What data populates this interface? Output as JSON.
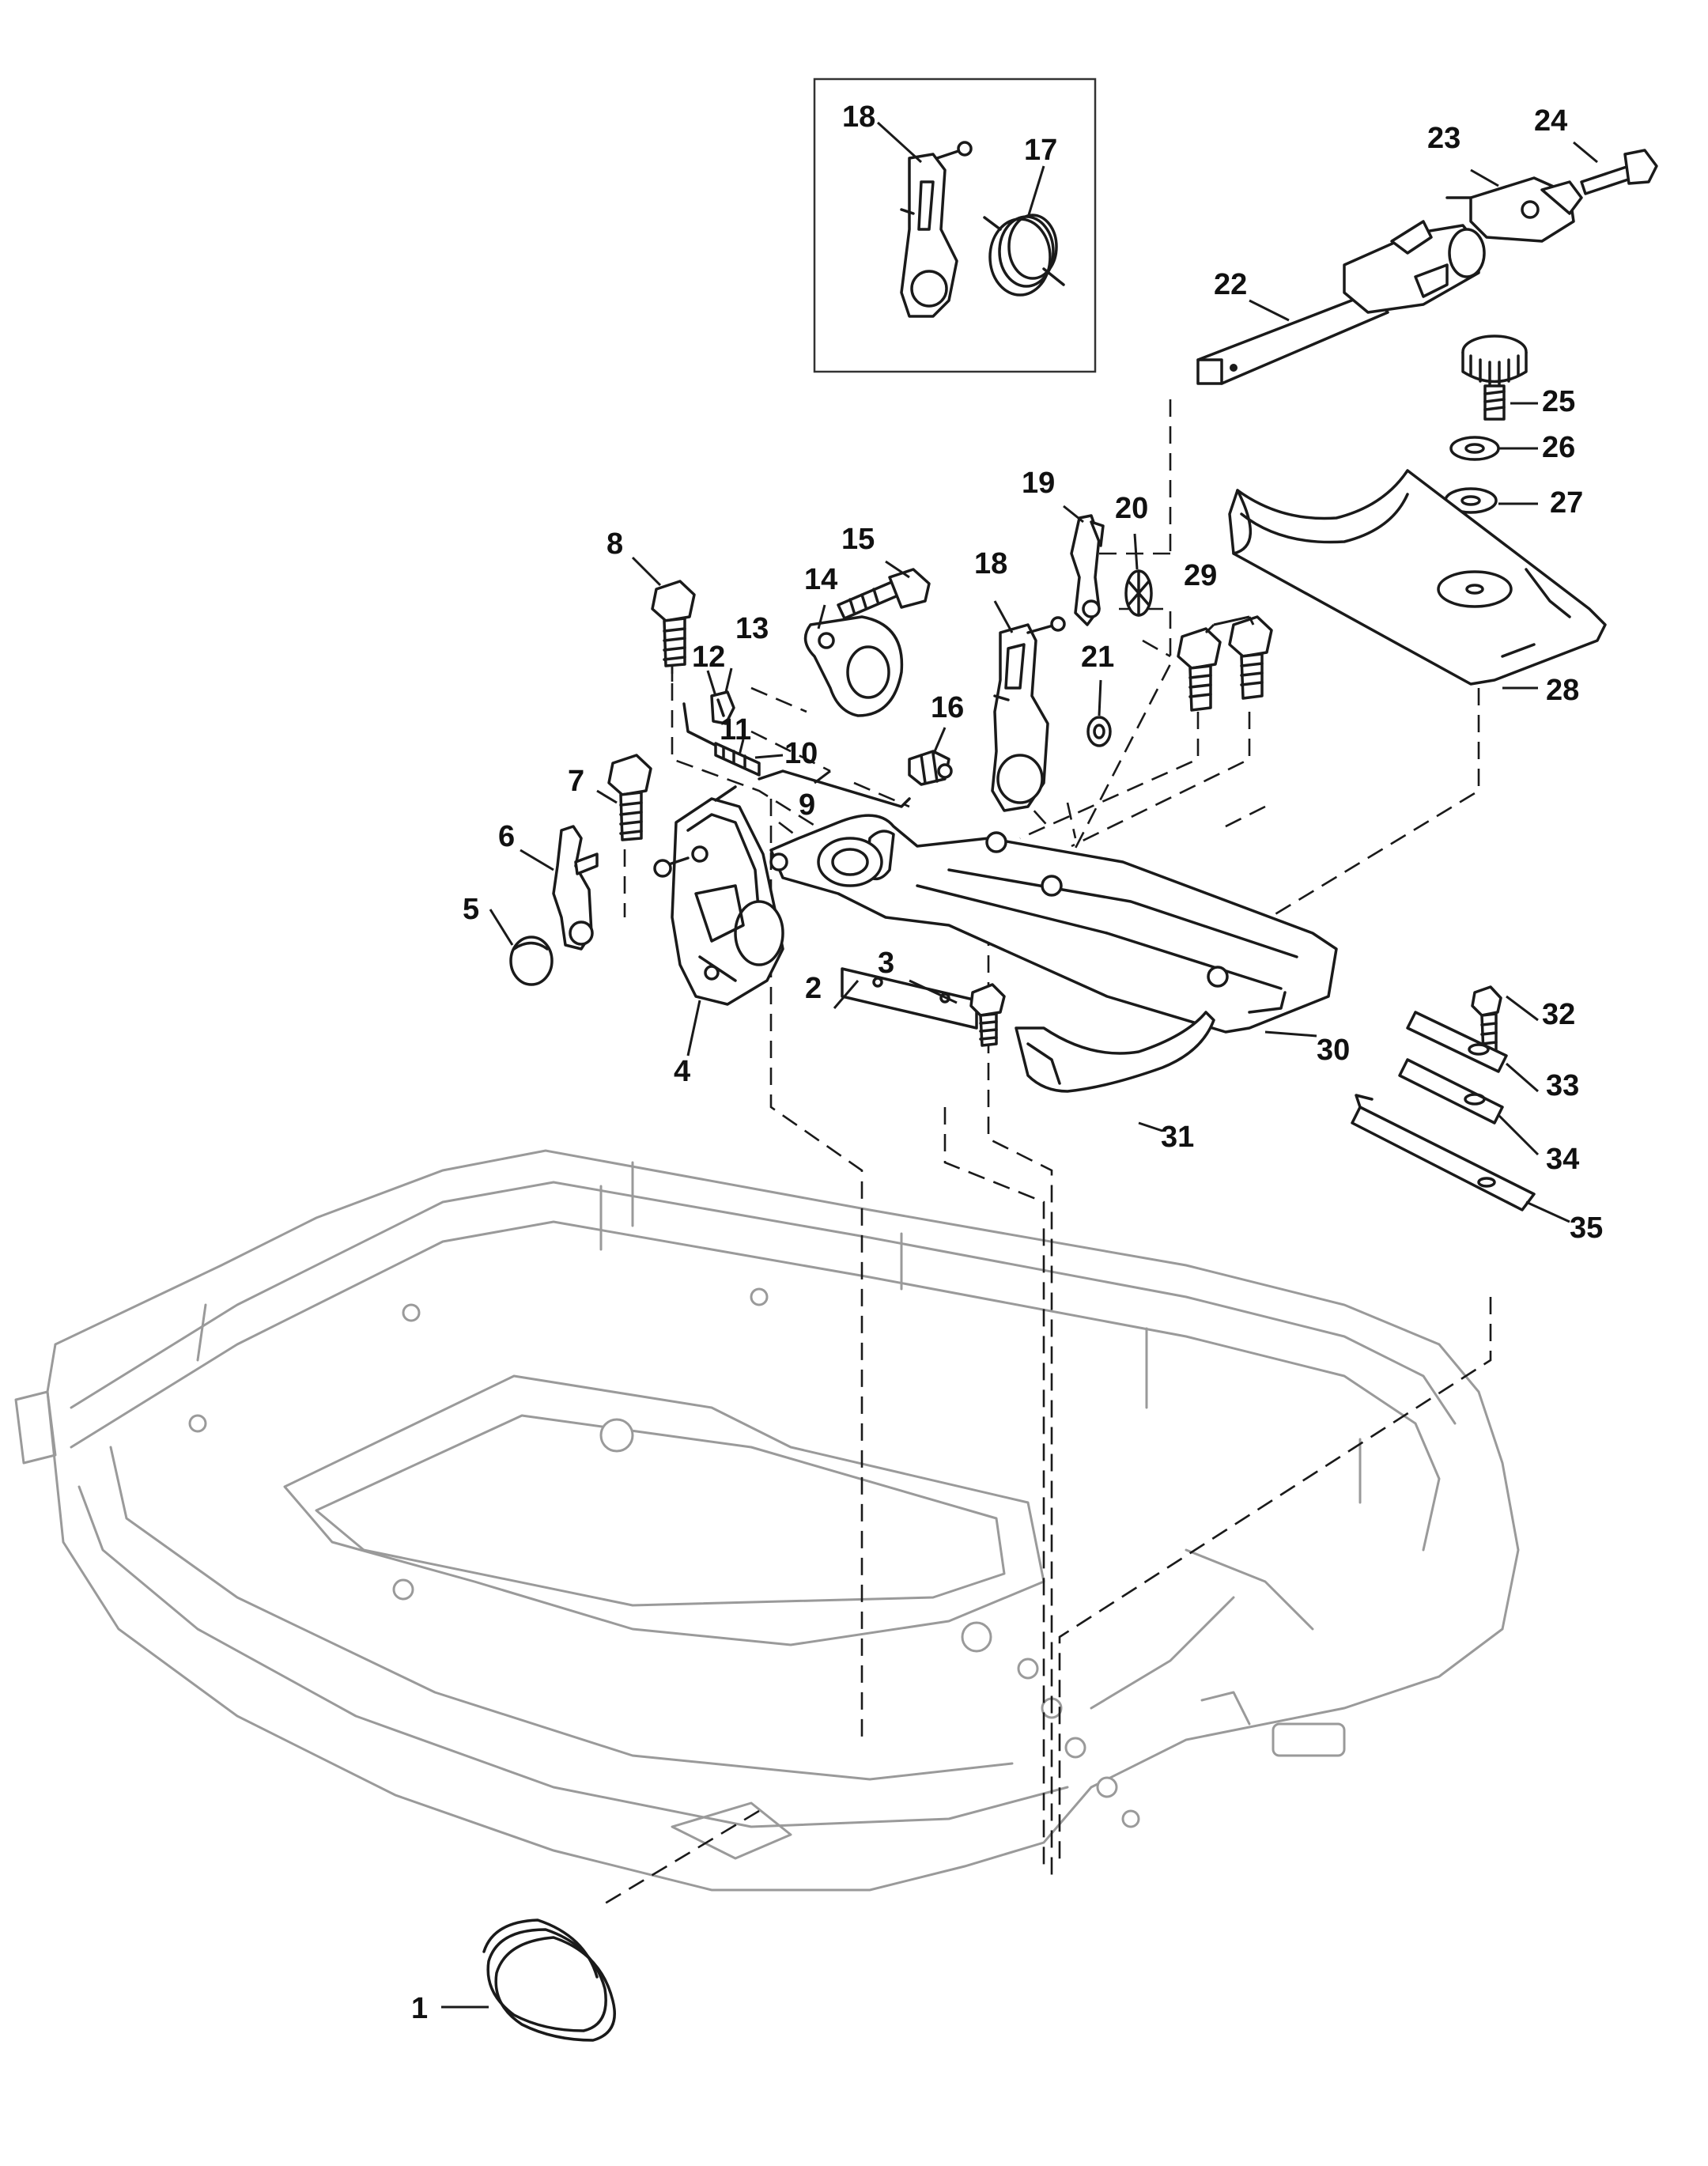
{
  "callouts": [
    {
      "id": "c1",
      "text": "1"
    },
    {
      "id": "c2",
      "text": "2"
    },
    {
      "id": "c3",
      "text": "3"
    },
    {
      "id": "c4",
      "text": "4"
    },
    {
      "id": "c5",
      "text": "5"
    },
    {
      "id": "c6",
      "text": "6"
    },
    {
      "id": "c7",
      "text": "7"
    },
    {
      "id": "c8",
      "text": "8"
    },
    {
      "id": "c9",
      "text": "9"
    },
    {
      "id": "c10",
      "text": "10"
    },
    {
      "id": "c11",
      "text": "11"
    },
    {
      "id": "c12",
      "text": "12"
    },
    {
      "id": "c13",
      "text": "13"
    },
    {
      "id": "c14",
      "text": "14"
    },
    {
      "id": "c15",
      "text": "15"
    },
    {
      "id": "c16",
      "text": "16"
    },
    {
      "id": "c17",
      "text": "17"
    },
    {
      "id": "c18a",
      "text": "18"
    },
    {
      "id": "c18b",
      "text": "18"
    },
    {
      "id": "c19",
      "text": "19"
    },
    {
      "id": "c20",
      "text": "20"
    },
    {
      "id": "c21",
      "text": "21"
    },
    {
      "id": "c22",
      "text": "22"
    },
    {
      "id": "c23",
      "text": "23"
    },
    {
      "id": "c24",
      "text": "24"
    },
    {
      "id": "c25",
      "text": "25"
    },
    {
      "id": "c26",
      "text": "26"
    },
    {
      "id": "c27",
      "text": "27"
    },
    {
      "id": "c28",
      "text": "28"
    },
    {
      "id": "c29",
      "text": "29"
    },
    {
      "id": "c30",
      "text": "30"
    },
    {
      "id": "c31",
      "text": "31"
    },
    {
      "id": "c32",
      "text": "32"
    },
    {
      "id": "c33",
      "text": "33"
    },
    {
      "id": "c34",
      "text": "34"
    },
    {
      "id": "c35",
      "text": "35"
    }
  ]
}
